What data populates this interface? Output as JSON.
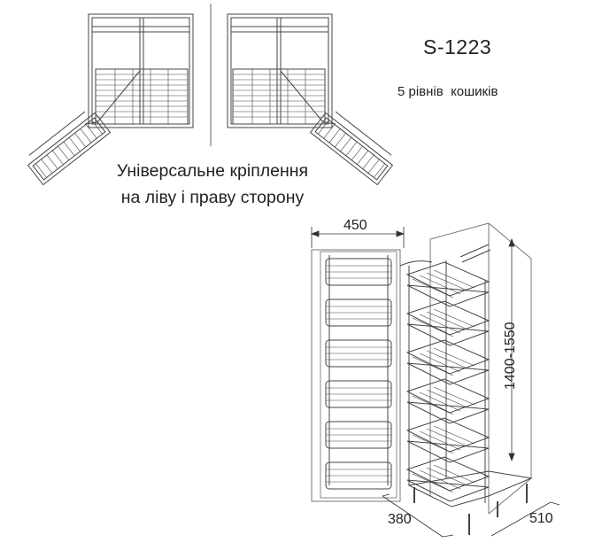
{
  "product": {
    "model": "S-1223",
    "levels_text": "5 рівнів  кошиків"
  },
  "mounting": {
    "line1": "Універсальне кріплення",
    "line2": "на ліву і праву сторону"
  },
  "dimensions": {
    "width_top": "450",
    "height": "1400-1550",
    "depth_front": "380",
    "depth_side": "510"
  }
}
